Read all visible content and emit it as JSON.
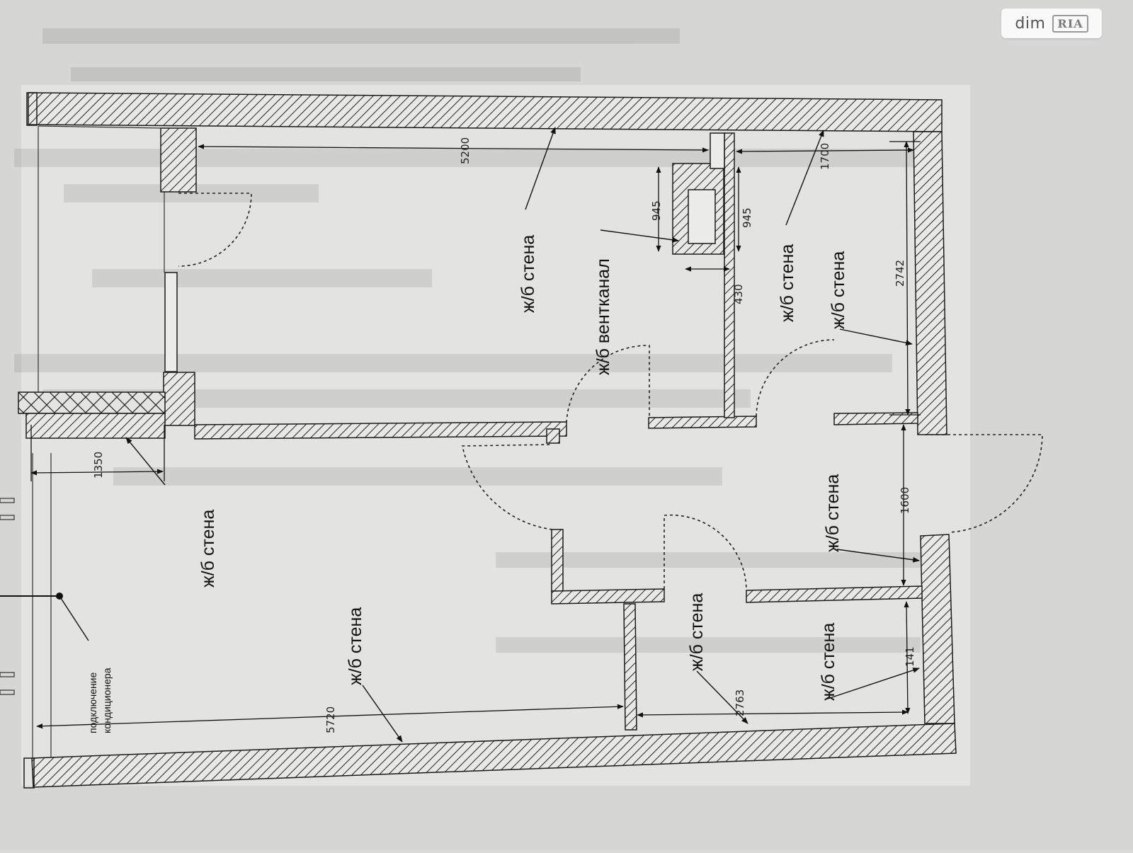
{
  "labels": {
    "wall": "ж/б стена",
    "vent": "ж/б вентканал",
    "aircon_line1": "подключение",
    "aircon_line2": "кондиционера"
  },
  "dimensions": {
    "d5200": "5200",
    "d1700": "1700",
    "d945a": "945",
    "d945b": "945",
    "d430": "430",
    "d2742": "2742",
    "d1350": "1350",
    "d1600": "1600",
    "d141": "141",
    "d2763": "2763",
    "d5720": "5720"
  },
  "watermark": {
    "word": "dim",
    "mark": "RIA"
  },
  "colors": {
    "paper": "#d9d9d7",
    "ink": "#1a1a1a"
  }
}
